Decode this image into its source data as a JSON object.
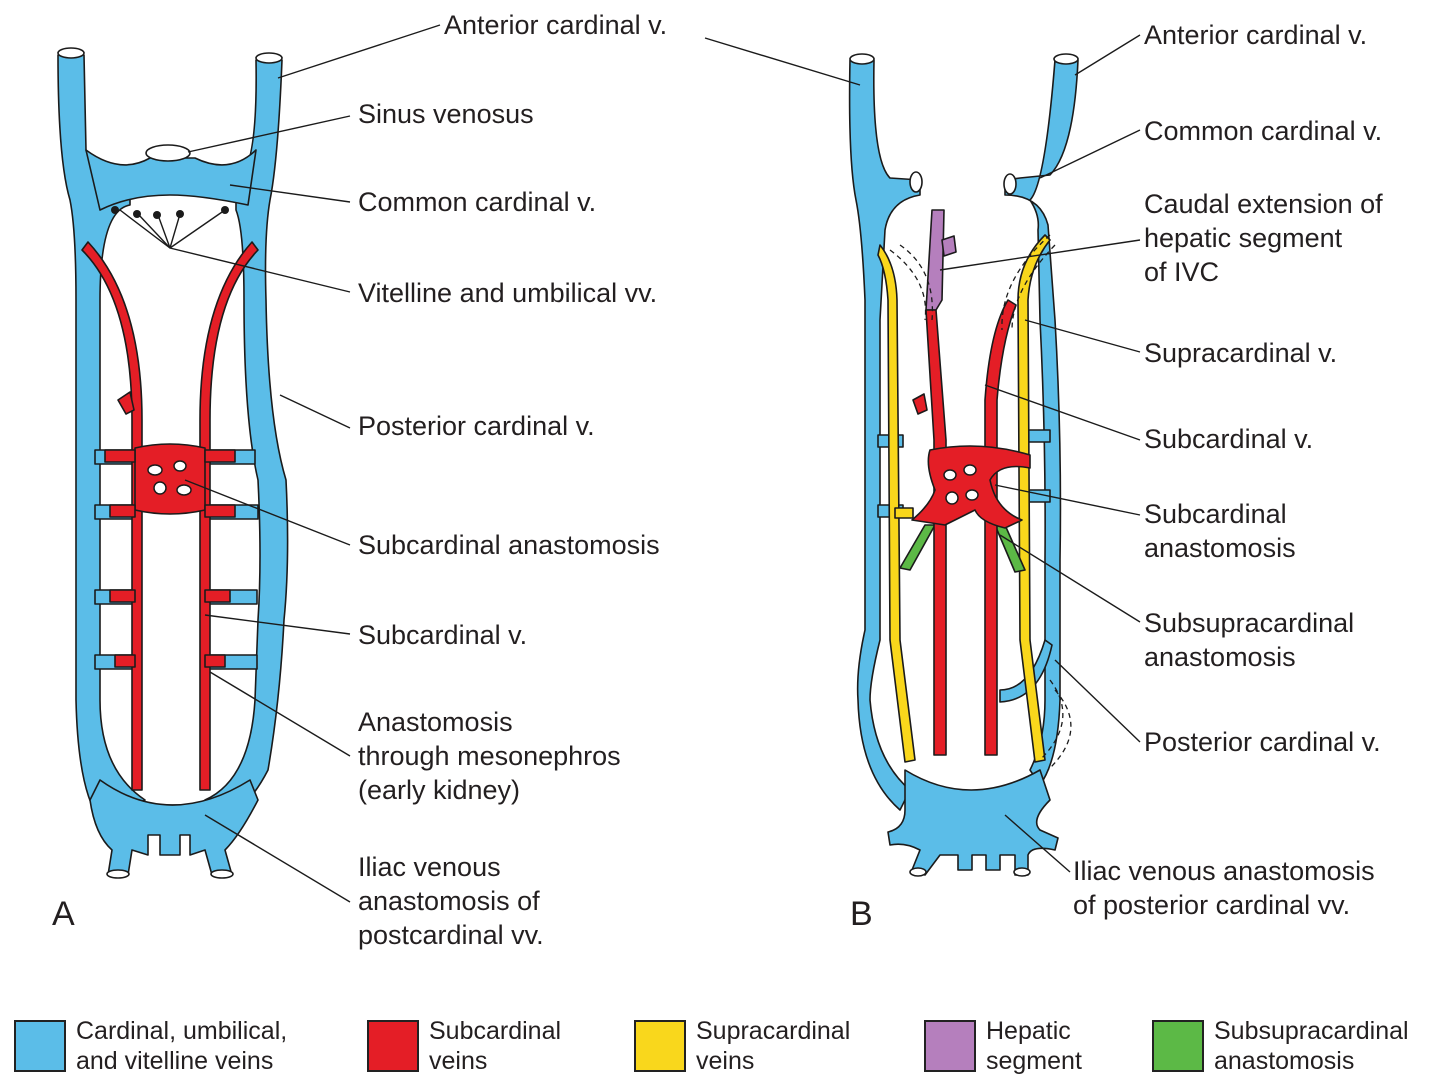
{
  "colors": {
    "cardinal": "#5bbde8",
    "subcardinal": "#e41e26",
    "supracardinal": "#f9d71c",
    "hepatic": "#b57fbd",
    "subsupracardinal": "#5cb946",
    "outline": "#1b1b1b"
  },
  "panelA": {
    "letter": "A",
    "labels": {
      "anterior_cardinal": "Anterior cardinal v.",
      "sinus_venosus": "Sinus venosus",
      "common_cardinal": "Common cardinal v.",
      "vitelline_umbilical": "Vitelline and umbilical vv.",
      "posterior_cardinal": "Posterior cardinal v.",
      "subcardinal_anastomosis": "Subcardinal anastomosis",
      "subcardinal": "Subcardinal v.",
      "mesonephros_anastomosis": "Anastomosis\nthrough mesonephros\n(early kidney)",
      "iliac_anastomosis": "Iliac venous\nanastomosis of\npostcardinal vv."
    }
  },
  "panelB": {
    "letter": "B",
    "labels": {
      "anterior_cardinal": "Anterior cardinal v.",
      "common_cardinal": "Common cardinal v.",
      "caudal_extension": "Caudal extension of\nhepatic segment\nof IVC",
      "supracardinal": "Supracardinal v.",
      "subcardinal": "Subcardinal v.",
      "subcardinal_anastomosis": "Subcardinal\nanastomosis",
      "subsupracardinal_anastomosis": "Subsupracardinal\nanastomosis",
      "posterior_cardinal": "Posterior cardinal v.",
      "iliac_anastomosis": "Iliac venous anastomosis\nof posterior cardinal vv."
    }
  },
  "legend": [
    {
      "label": "Cardinal, umbilical,\nand vitelline veins",
      "color": "#5bbde8"
    },
    {
      "label": "Subcardinal\nveins",
      "color": "#e41e26"
    },
    {
      "label": "Supracardinal\nveins",
      "color": "#f9d71c"
    },
    {
      "label": "Hepatic\nsegment",
      "color": "#b57fbd"
    },
    {
      "label": "Subsupracardinal\nanastomosis",
      "color": "#5cb946"
    }
  ]
}
